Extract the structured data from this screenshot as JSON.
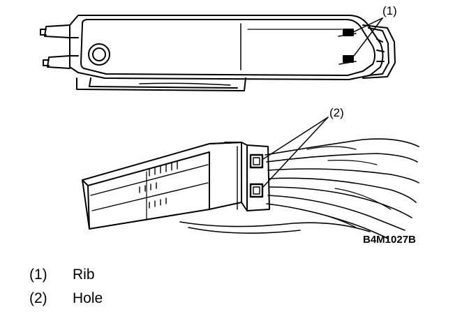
{
  "diagram": {
    "callouts": {
      "rib": "(1)",
      "hole": "(2)"
    },
    "figure_code": "B4M1027B"
  },
  "legend": [
    {
      "number": "(1)",
      "label": "Rib"
    },
    {
      "number": "(2)",
      "label": "Hole"
    }
  ],
  "colors": {
    "ink": "#000000",
    "paper": "#ffffff"
  }
}
